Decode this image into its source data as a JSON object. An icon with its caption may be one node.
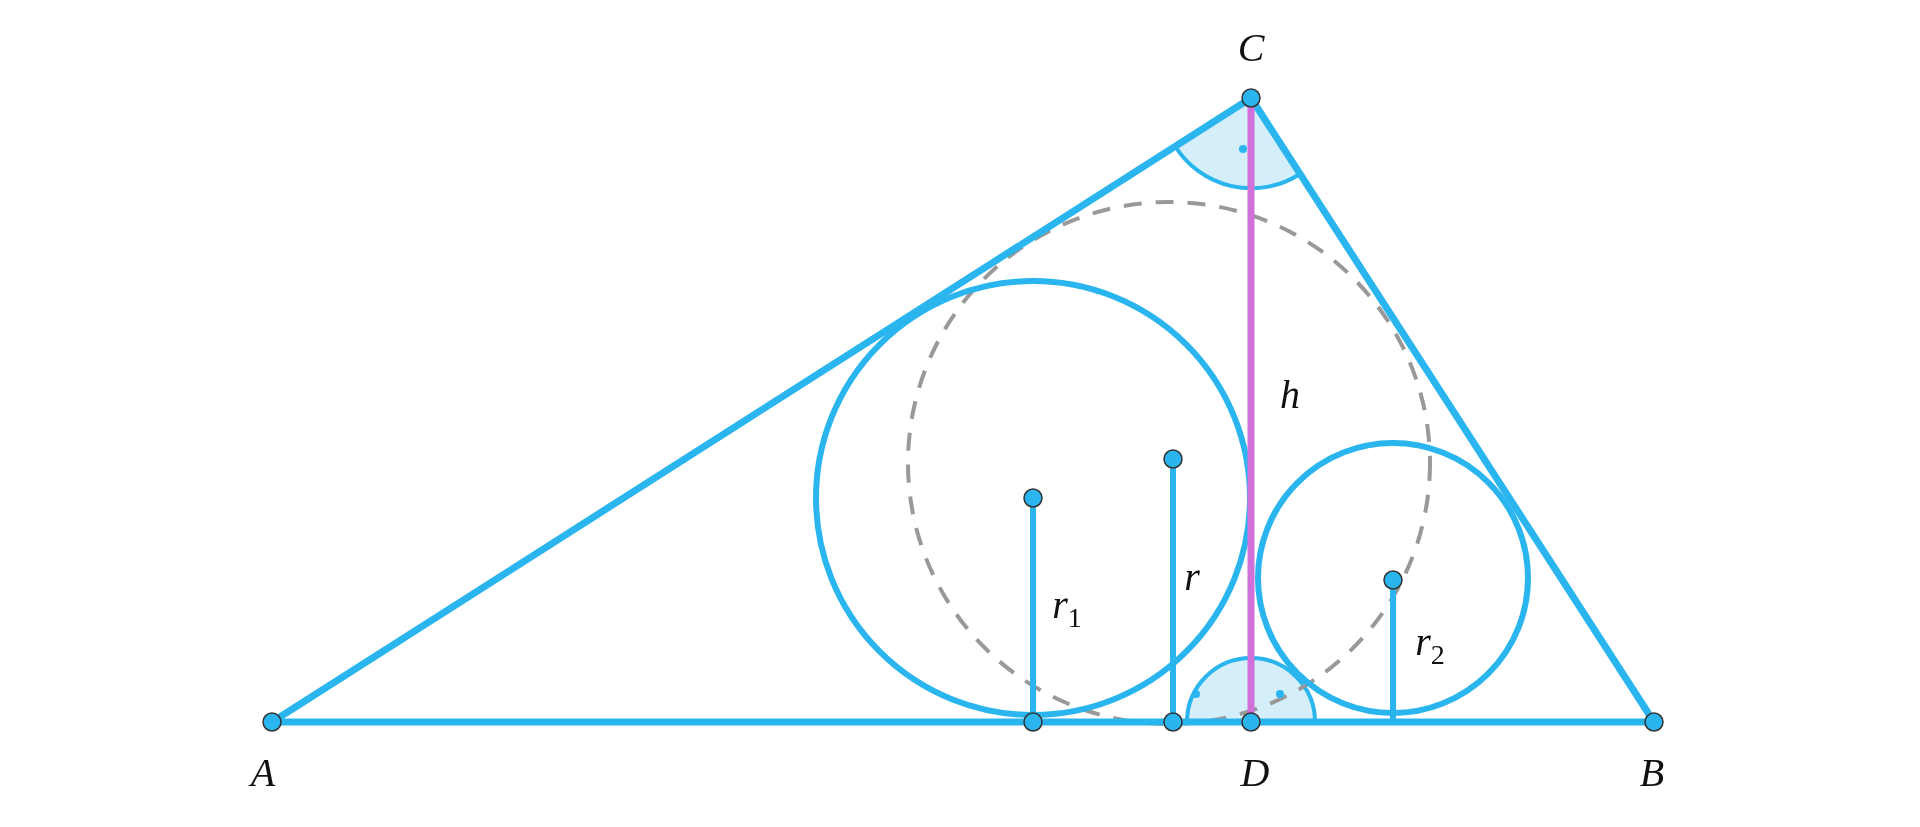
{
  "diagram": {
    "labels": [
      "C",
      "h",
      "r$_{1}$",
      "r",
      "r$_{2}$",
      "A",
      "D",
      "B"
    ]
  }
}
